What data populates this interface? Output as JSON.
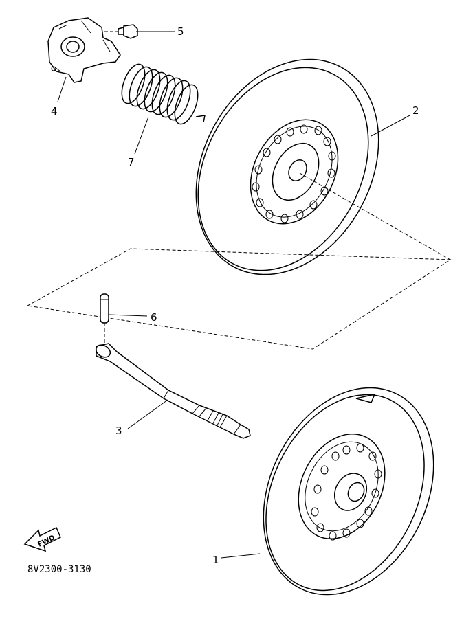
{
  "diagram": {
    "part_numbers": {
      "p1": "1",
      "p2": "2",
      "p3": "3",
      "p4": "4",
      "p5": "5",
      "p6": "6",
      "p7": "7"
    },
    "forward_arrow_label": "FWD",
    "drawing_code": "8V2300-3130"
  }
}
